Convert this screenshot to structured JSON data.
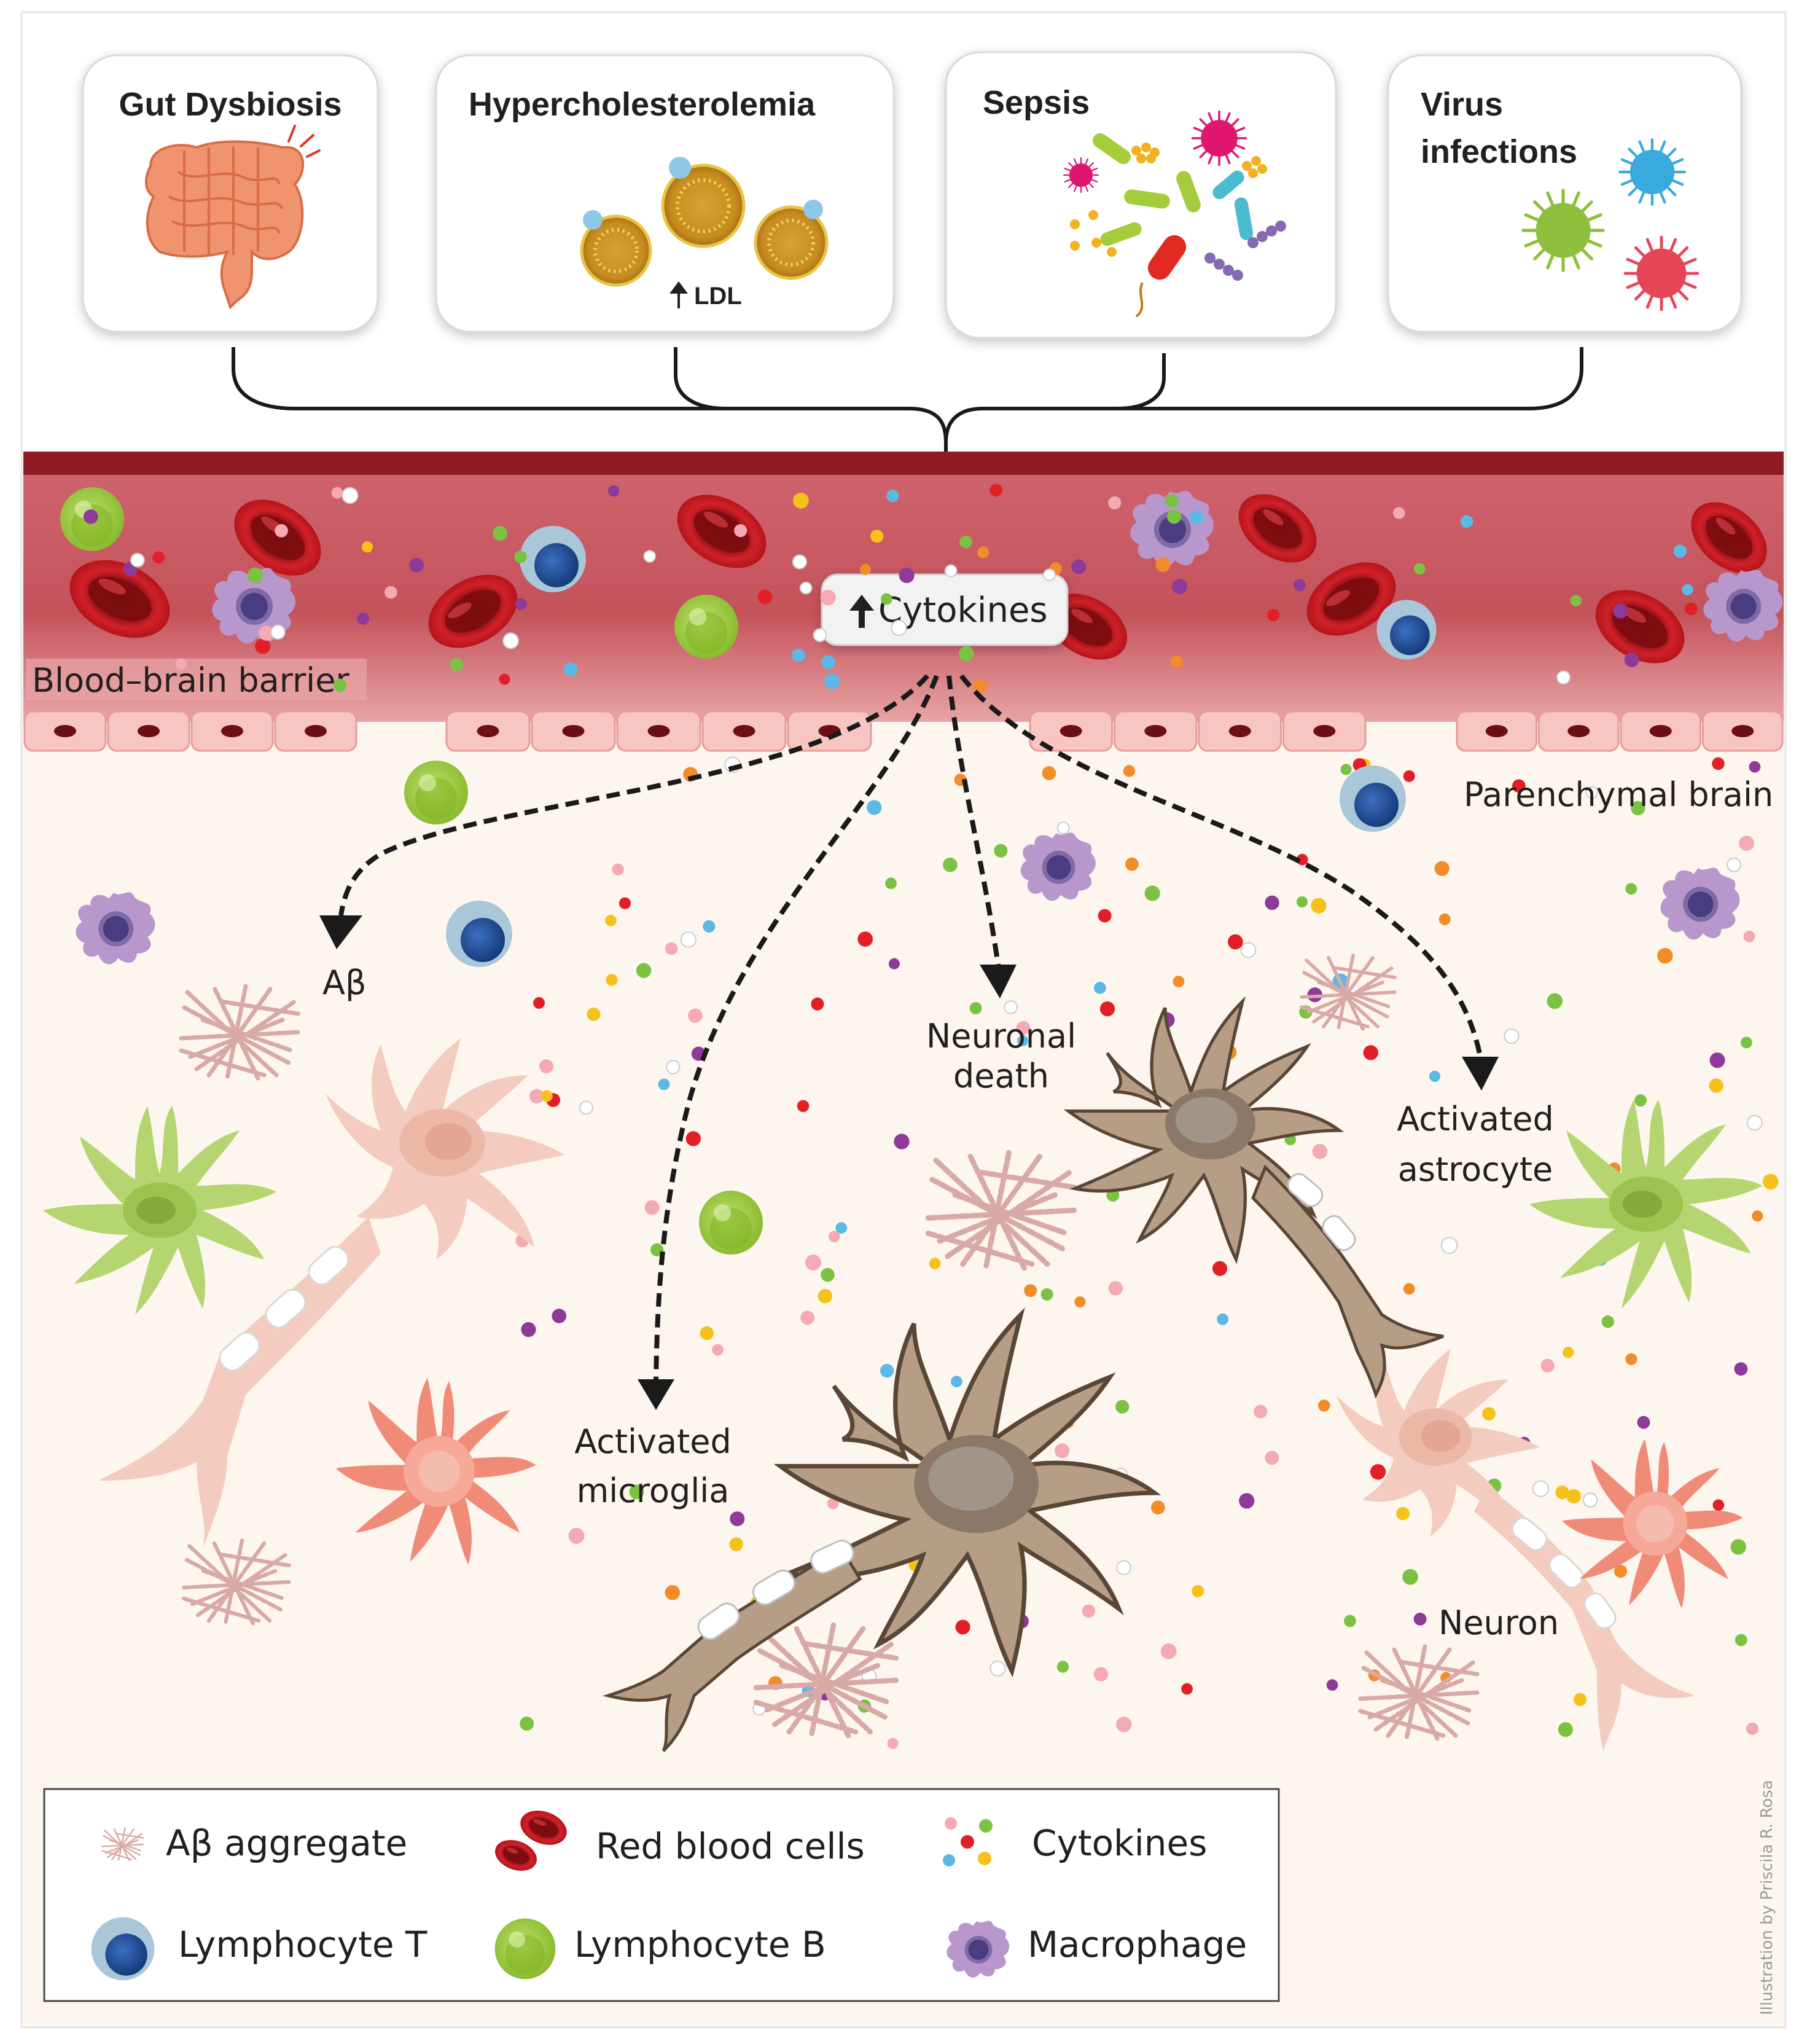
{
  "causes": [
    {
      "title": "Gut Dysbiosis"
    },
    {
      "title": "Hypercholesterolemia",
      "note": "LDL"
    },
    {
      "title": "Sepsis"
    },
    {
      "title_line1": "Virus",
      "title_line2": "infections"
    }
  ],
  "vessel": {
    "cytokines_label": "Cytokines",
    "barrier_label": "Blood–brain barrier"
  },
  "brain": {
    "region_label": "Parenchymal brain",
    "labels": {
      "abeta": "Aβ",
      "neuronal_death_1": "Neuronal",
      "neuronal_death_2": "death",
      "astrocyte_1": "Activated",
      "astrocyte_2": "astrocyte",
      "microglia_1": "Activated",
      "microglia_2": "microglia",
      "neuron": "Neuron"
    }
  },
  "legend": {
    "items": [
      {
        "label": "Aβ aggregate"
      },
      {
        "label": "Red blood cells"
      },
      {
        "label": "Cytokines"
      },
      {
        "label": "Lymphocyte T"
      },
      {
        "label": "Lymphocyte B"
      },
      {
        "label": "Macrophage"
      }
    ]
  },
  "credit": "Illustration by Priscila R. Rosa",
  "colors": {
    "vessel": "#c95861",
    "vessel_dark": "#8e1b22",
    "red_cell": "#c5161d",
    "endothelium": "#f7c6c3",
    "parenchyma": "#fdf6ee",
    "lymph_b": "#9ccc3b",
    "lymph_t": "#1f4e9a",
    "macrophage": "#b898cc",
    "neuron": "#f4cbbf",
    "astrocyte": "#b4d56f",
    "microglia": "#b69e86"
  }
}
